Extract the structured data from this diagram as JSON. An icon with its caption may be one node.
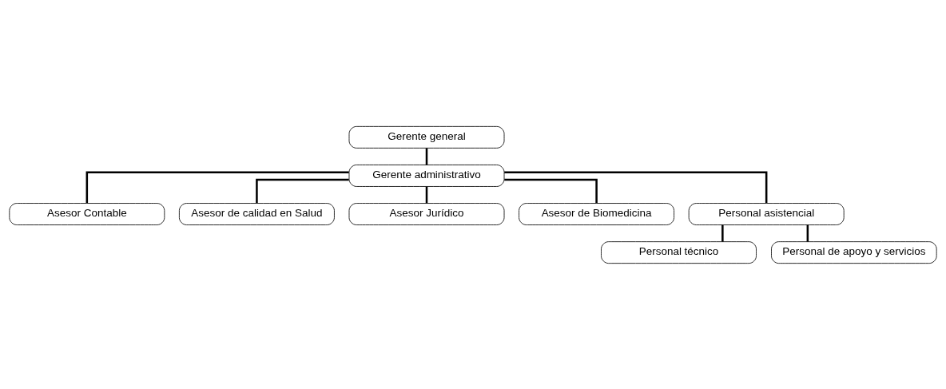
{
  "diagram": {
    "nodes": [
      {
        "text": [
          "Gerente general"
        ]
      },
      {
        "text": [
          "Gerente administrativo"
        ]
      },
      {
        "text": [
          "Asesor Contable"
        ]
      },
      {
        "text": [
          "Asesor de calidad en Salud"
        ]
      },
      {
        "text": [
          "Asesor Jurídico"
        ]
      },
      {
        "text": [
          "Asesor de Biomedicina"
        ]
      },
      {
        "text": [
          "Personal asistencial"
        ]
      },
      {
        "text": [
          "Personal técnico"
        ]
      },
      {
        "text": [
          "Personal de apoyo y servicios"
        ]
      }
    ],
    "edges": [
      {
        "from": 0,
        "to": 1,
        "arrow": "none"
      },
      {
        "from": 1,
        "to": 2,
        "arrow": "none"
      },
      {
        "from": 1,
        "to": 3,
        "arrow": "none"
      },
      {
        "from": 1,
        "to": 4,
        "arrow": "none"
      },
      {
        "from": 1,
        "to": 5,
        "arrow": "none"
      },
      {
        "from": 1,
        "to": 6,
        "arrow": "none"
      },
      {
        "from": 6,
        "to": 7,
        "arrow": "none"
      },
      {
        "from": 6,
        "to": 8,
        "arrow": "none"
      }
    ]
  }
}
